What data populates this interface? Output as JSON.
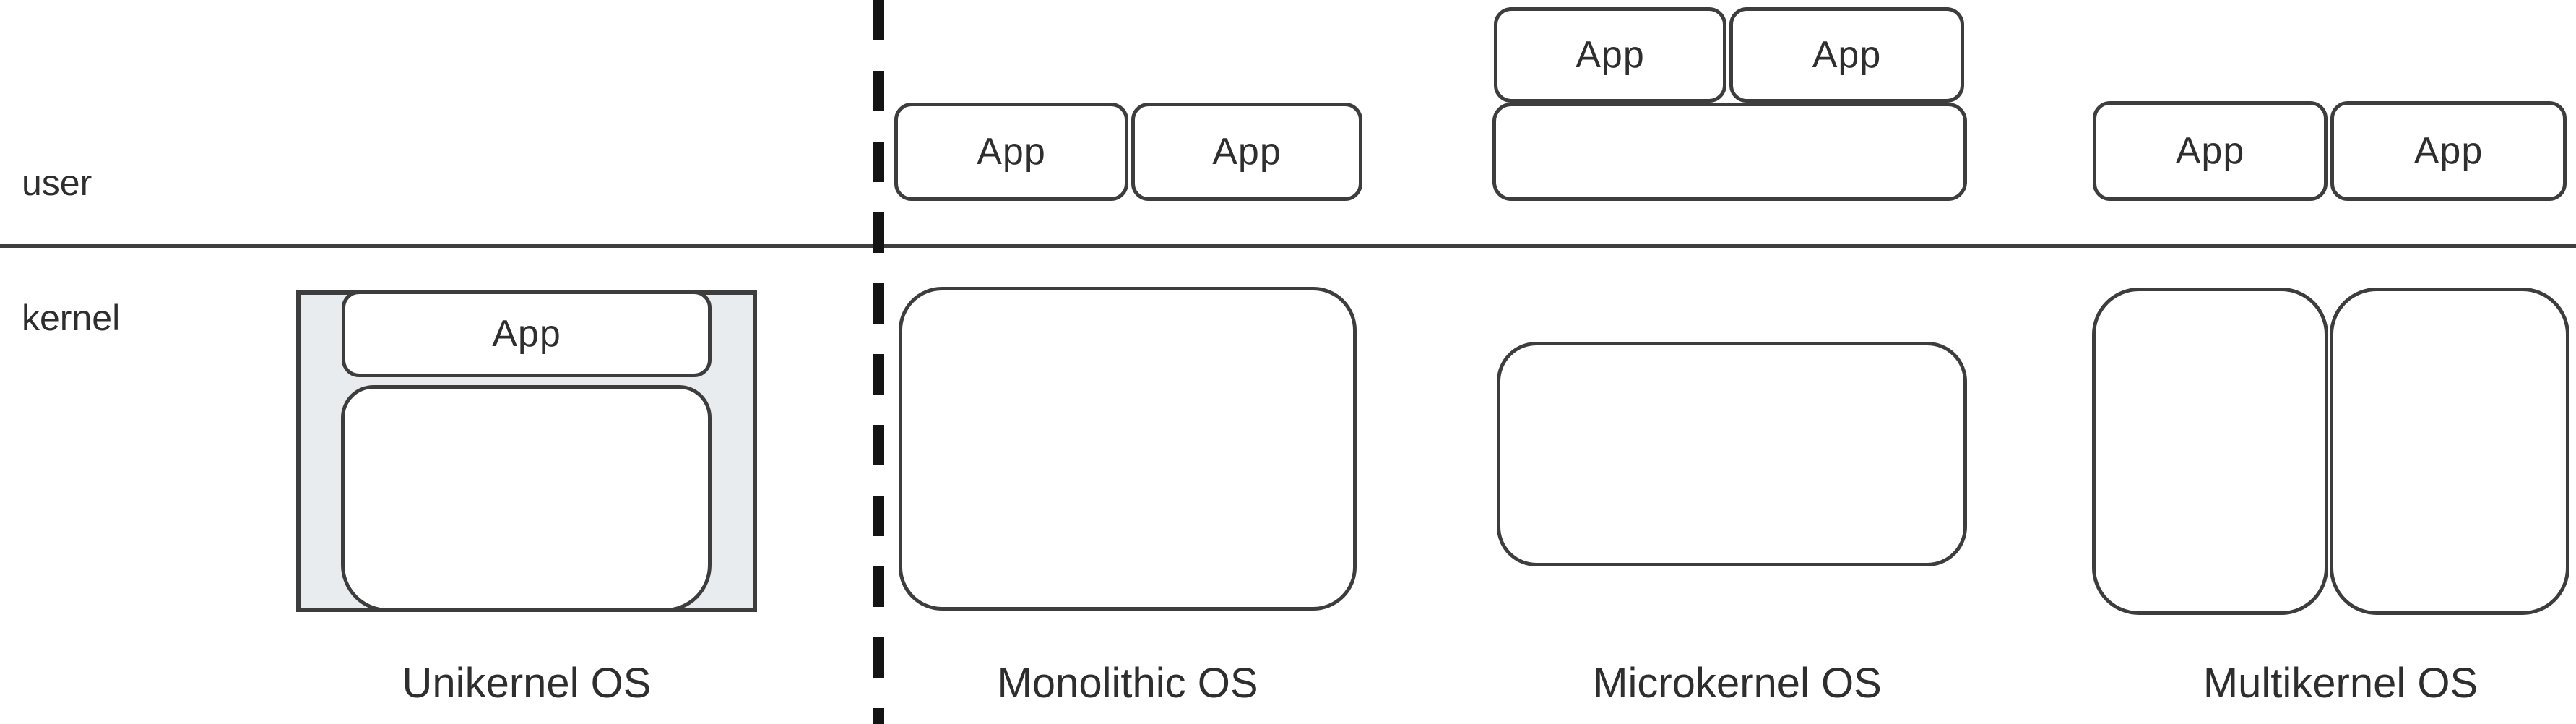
{
  "layers": {
    "user_label": "user",
    "kernel_label": "kernel"
  },
  "sections": [
    {
      "id": "unikernel",
      "label": "Unikernel OS",
      "apps": [
        "App"
      ]
    },
    {
      "id": "monolithic",
      "label": "Monolithic OS",
      "apps": [
        "App",
        "App"
      ]
    },
    {
      "id": "microkernel",
      "label": "Microkernel OS",
      "apps": [
        "App",
        "App"
      ]
    },
    {
      "id": "multikernel",
      "label": "Multikernel OS",
      "apps": [
        "App",
        "App"
      ]
    }
  ],
  "colors": {
    "background": "#ffffff",
    "box_border": "#3d3d3d",
    "divider": "#3e3e3e",
    "dashed_line": "#141414",
    "text": "#2e2e2e",
    "unikernel_fill": "#e9ecef"
  }
}
